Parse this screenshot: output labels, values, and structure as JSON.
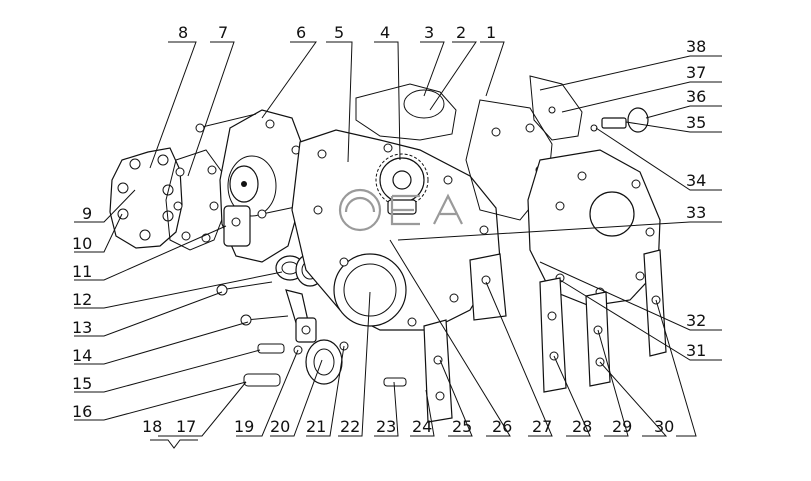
{
  "figure": {
    "callouts_top": [
      "8",
      "7",
      "6",
      "5",
      "4",
      "3",
      "2",
      "1"
    ],
    "callouts_left": [
      "9",
      "10",
      "11",
      "12",
      "13",
      "14",
      "15",
      "16"
    ],
    "callouts_bottom": [
      "18",
      "17",
      "19",
      "20",
      "21",
      "22",
      "23",
      "24",
      "25",
      "26",
      "27",
      "28",
      "29",
      "30"
    ],
    "callouts_right": [
      "38",
      "37",
      "36",
      "35",
      "34",
      "33",
      "32",
      "31"
    ]
  }
}
